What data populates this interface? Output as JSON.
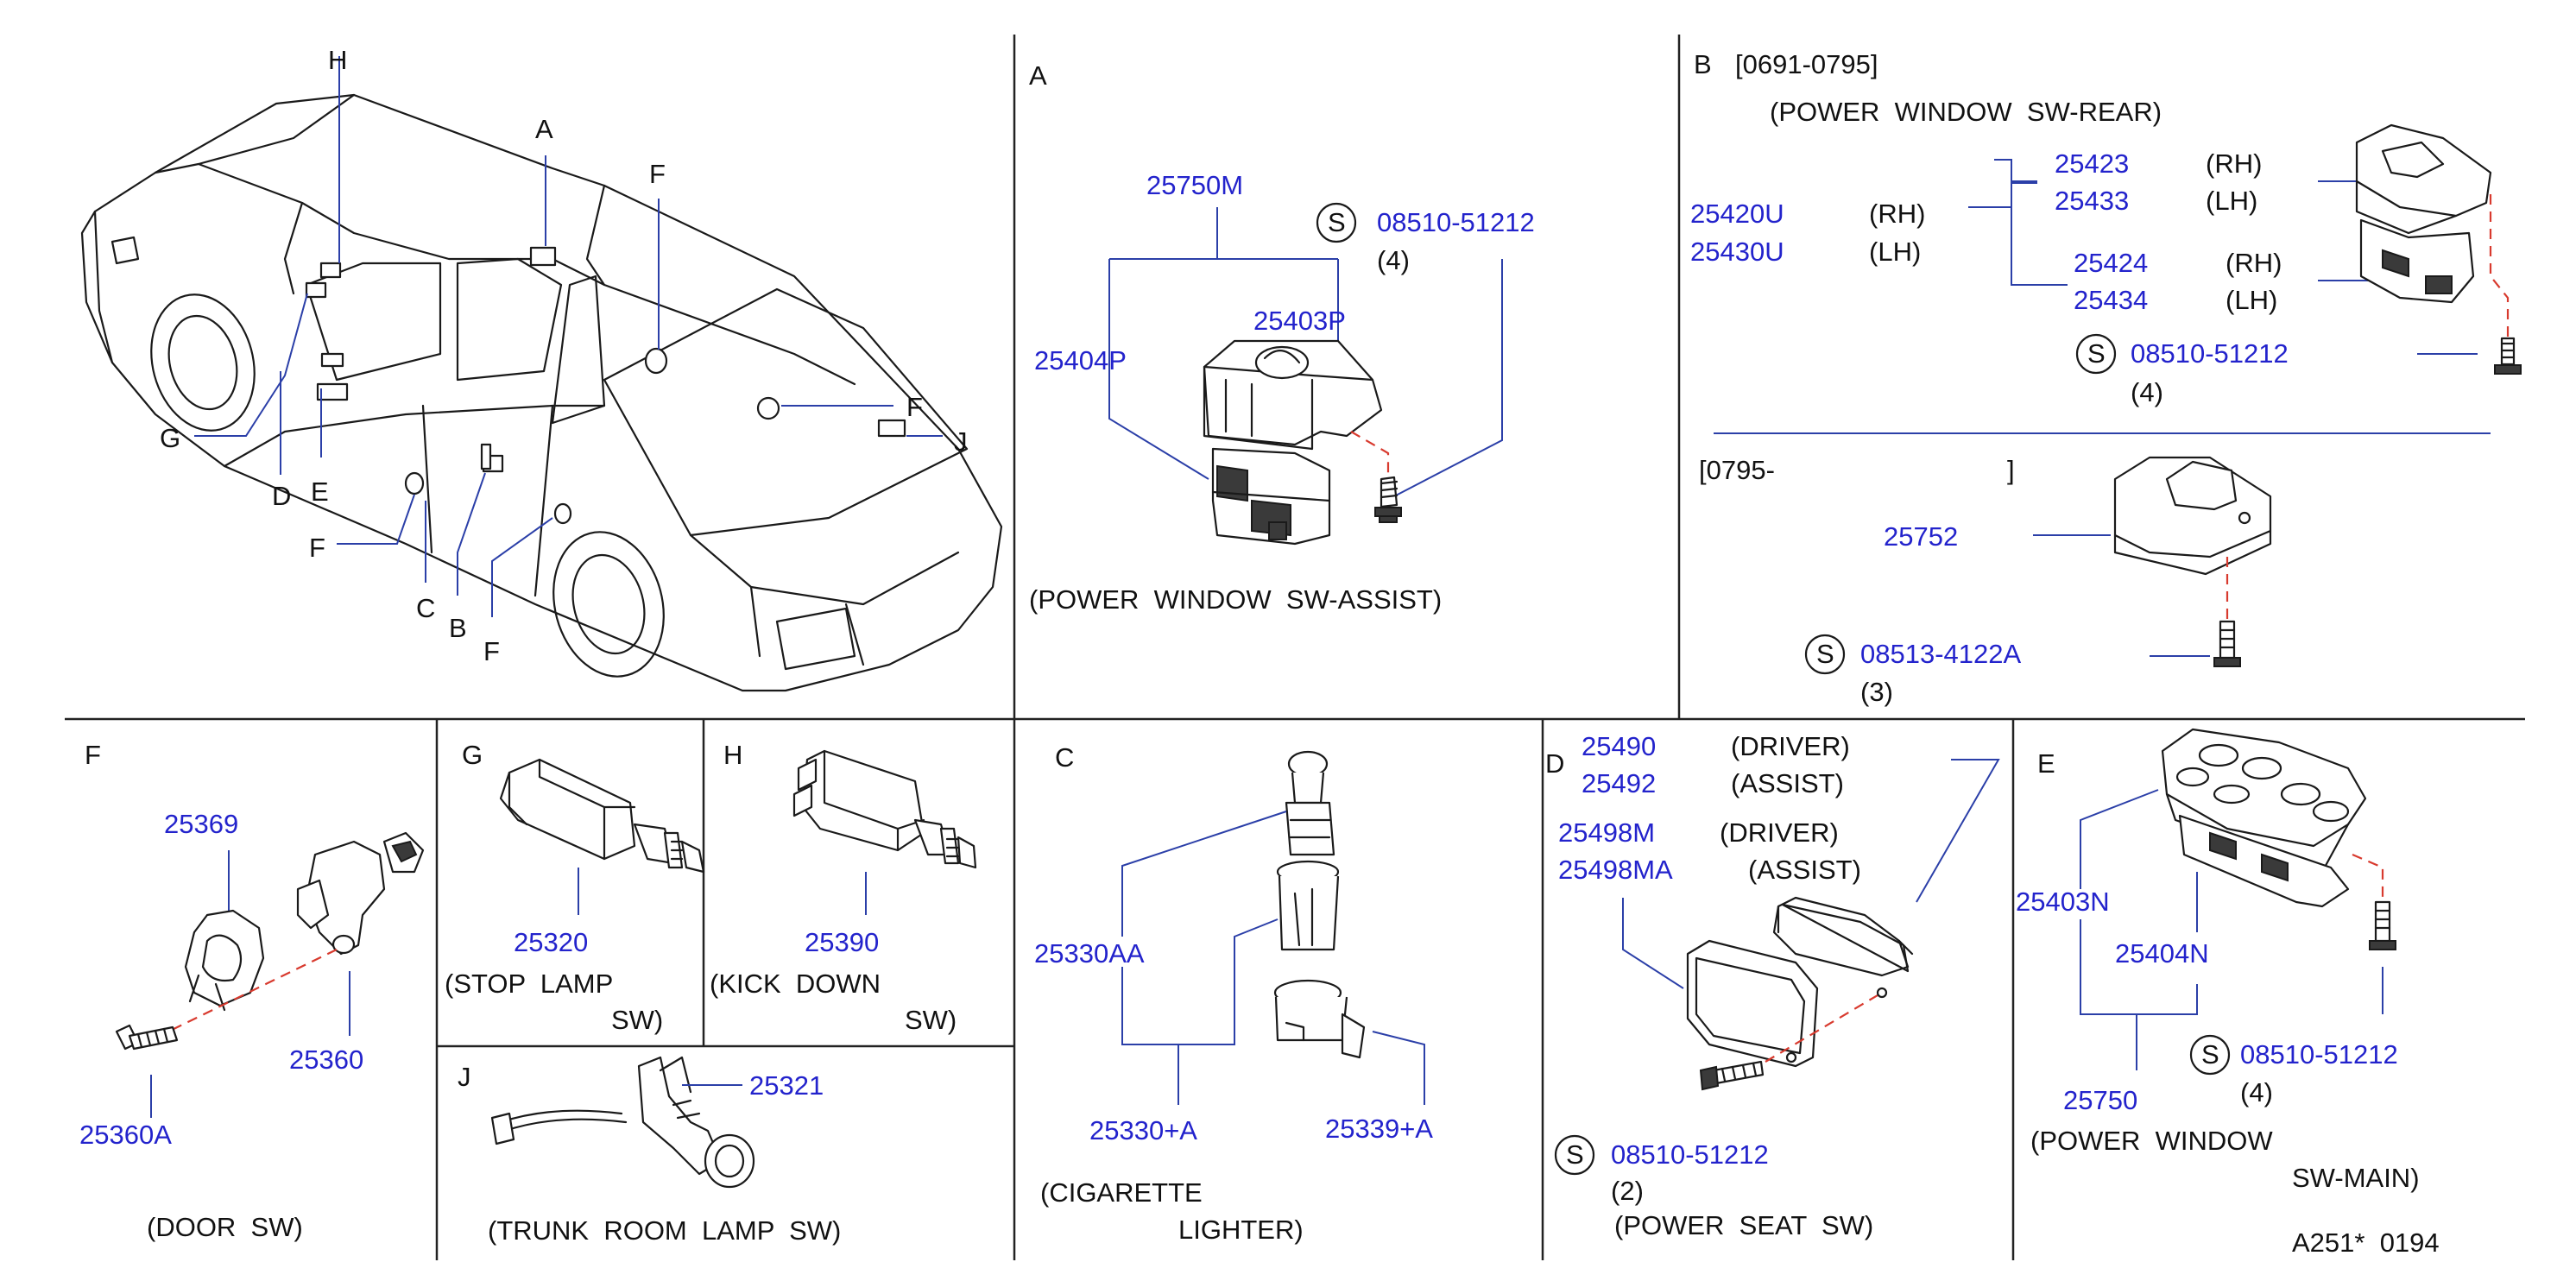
{
  "car": {
    "letters": {
      "H": "H",
      "A": "A",
      "F1": "F",
      "F2": "F",
      "J": "J",
      "G": "G",
      "D": "D",
      "E": "E",
      "F3": "F",
      "C": "C",
      "B": "B",
      "F4": "F"
    }
  },
  "panel_A": {
    "letter": "A",
    "p1": "25750M",
    "p2": "25403P",
    "p3": "25404P",
    "screw_s": "S",
    "screw": "08510-51212",
    "qty": "(4)",
    "caption": "(POWER  WINDOW  SW-ASSIST)"
  },
  "panel_B": {
    "letter": "B",
    "range1": "[0691-0795]",
    "title": "(POWER  WINDOW  SW-REAR)",
    "p_rh": "25420U",
    "p_lh": "25430U",
    "rh": "(RH)",
    "lh": "(LH)",
    "u1": "25423",
    "u2": "25433",
    "l1": "25424",
    "l2": "25434",
    "screw_s": "S",
    "screw": "08510-51212",
    "qty": "(4)",
    "range2": "[0795-",
    "range2_end": "]",
    "p4": "25752",
    "screw2_s": "S",
    "screw2": "08513-4122A",
    "qty2": "(3)"
  },
  "panel_F": {
    "letter": "F",
    "p1": "25369",
    "p2": "25360",
    "p3": "25360A",
    "caption": "(DOOR  SW)"
  },
  "panel_G": {
    "letter": "G",
    "p1": "25320",
    "cap1": "(STOP  LAMP",
    "cap2": "SW)"
  },
  "panel_H": {
    "letter": "H",
    "p1": "25390",
    "cap1": "(KICK  DOWN",
    "cap2": "SW)"
  },
  "panel_J": {
    "letter": "J",
    "p1": "25321",
    "caption": "(TRUNK  ROOM  LAMP  SW)"
  },
  "panel_C": {
    "letter": "C",
    "p1": "25330AA",
    "p2": "25330+A",
    "p3": "25339+A",
    "cap1": "(CIGARETTE",
    "cap2": "LIGHTER)"
  },
  "panel_D": {
    "letter": "D",
    "p1": "25490",
    "p2": "25492",
    "p1d": "(DRIVER)",
    "p2d": "(ASSIST)",
    "p3": "25498M",
    "p4": "25498MA",
    "p3d": "(DRIVER)",
    "p4d": "(ASSIST)",
    "screw_s": "S",
    "screw": "08510-51212",
    "qty": "(2)",
    "caption": "(POWER  SEAT  SW)"
  },
  "panel_E": {
    "letter": "E",
    "p1": "25403N",
    "p2": "25404N",
    "p3": "25750",
    "screw_s": "S",
    "screw": "08510-51212",
    "qty": "(4)",
    "cap1": "(POWER  WINDOW",
    "cap2": "SW-MAIN)"
  },
  "footer": {
    "code": "A251*  0194"
  }
}
